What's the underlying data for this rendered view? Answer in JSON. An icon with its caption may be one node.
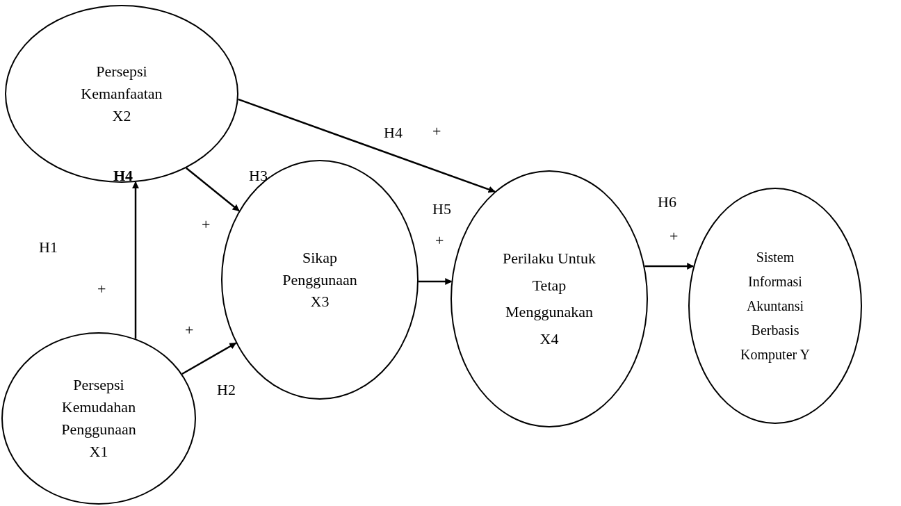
{
  "diagram": {
    "nodes": [
      {
        "text": [
          "Persepsi Kemanfaatan X2"
        ]
      },
      {
        "text": [
          "Sikap Penggunaan X3"
        ]
      },
      {
        "text": [
          "Perilaku Untuk Tetap Menggunakan X4"
        ]
      },
      {
        "text": [
          "Sistem Informasi Akuntansi Berbasis Komputer Y"
        ]
      },
      {
        "text": [
          "Persepsi Kemudahan Penggunaan X1"
        ]
      }
    ],
    "edges": [
      {
        "from": 4,
        "to": 0,
        "arrow": "to"
      },
      {
        "from": 0,
        "to": 1,
        "arrow": "to"
      },
      {
        "from": 4,
        "to": 1,
        "arrow": "to"
      },
      {
        "from": 1,
        "to": 2,
        "arrow": "to"
      },
      {
        "from": 0,
        "to": 2,
        "arrow": "to"
      },
      {
        "from": 2,
        "to": 3,
        "arrow": "to"
      }
    ],
    "labels": [
      "H4",
      "+",
      "H4",
      "H3",
      "+",
      "H5",
      "+",
      "H6",
      "+",
      "H1",
      "+",
      "+",
      "H2"
    ]
  }
}
